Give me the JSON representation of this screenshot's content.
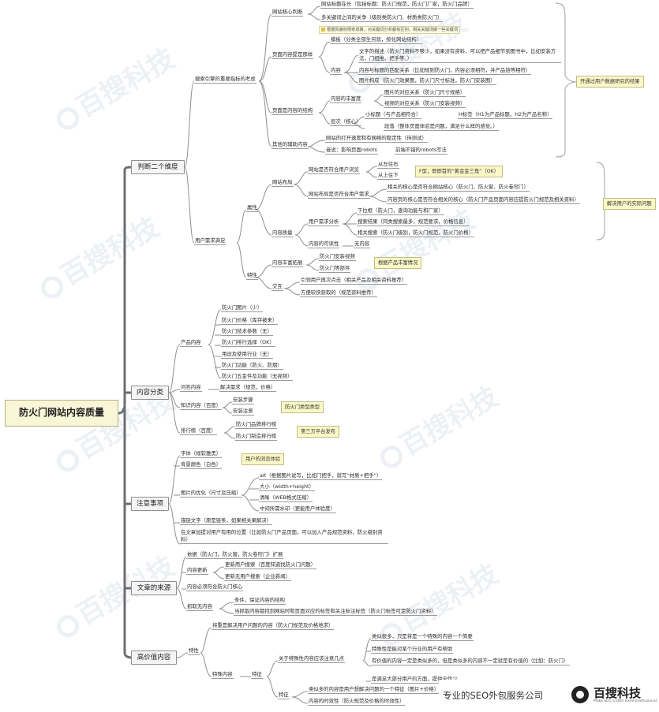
{
  "root": "防火门网站内容质量",
  "branches": {
    "judge": "判断二个维度",
    "category": "内容分类",
    "attention": "注意事项",
    "source": "文章的来源",
    "high_value": "高价值内容"
  },
  "judge": {
    "search_engine": "搜索引擎的重要指标的考虑",
    "core": "网站核心判断",
    "core_1": "网站标题在长（包括标题：防火门规范，防火门厂家，防火门品牌）",
    "core_2": "多关键词之间的关争（级别类防火门、材质类防火门）",
    "core_hint": "根据百度权限考虑算，对关键词分析都有区别，相关关键词做一些关键词",
    "page_type": "页面内容提是那样",
    "page_template": "模板（分类全部生另就，按化网站结构）",
    "page_content": "内容",
    "content_1": "文字的描述（防火门资料不够少，如果没有资料，可以把产品细节到图书中，比如安装方法，门扭推、把手等。）",
    "content_2": "内容与标题的匹配关系（比如规则防火门，内容必须相符，并产品链等相符）",
    "content_3": "图片构成（防火门效果图，防火门尺寸标准，防火门安装图）",
    "structure": "页面是内容的结构",
    "struct_main": "内容的丰富度",
    "struct_main_1": "图片的对应关系（防火门尺寸规格）",
    "struct_main_2": "视频的对应关系（防火门安装视频）",
    "struct_level": "层次（核心）",
    "struct_level_1": "小标题（与产品相符合）",
    "struct_level_2": "H标签（H1为产品标题，H2为产品名称）",
    "struct_level_3": "段落（整体页面体验是问题，满足什么样的感觉。）",
    "other": "其他的辅助内容",
    "other_1": "网站的打开速度和有网络的稳定性（待测试）",
    "other_2": "者说：影响页面robots",
    "other_3": "前端不错的robots写法",
    "judge_note": "开通过用户数据研究的结果",
    "user_demand": "用户需求满足",
    "attr": "属性",
    "site_layout": "网站布局",
    "layout_1": "网站是否符合用户浏览",
    "layout_1a": "从左往右",
    "layout_1b": "从上往下",
    "layout_note": "F型，即即首的“黄金金三角”（OK）",
    "layout_2": "网站布局是否符合用户需求",
    "layout_2a": "相关的核心是否符合网站核心（防火门、防火窗、防火卷帘门）",
    "layout_2b": "内容页的核心是否符合相关的核心（防火门产品页面内容应提防火门规范及相关资料）",
    "user_note": "解决用户的实际问题",
    "content_q": "内容质量",
    "demand_analysis": "用户需求分析",
    "demand_1": "下拉框（防火门，查询功能与和厂家）",
    "demand_2": "搜索结果（同类搜索最多，规范要求，价格信息）",
    "demand_3": "相关搜索（防火门级别，防火门规范，防火门价格）",
    "readability": "内容的可读性",
    "readability_1": "无内容",
    "feature": "特性",
    "rich_display": "内容丰富拓展",
    "rich_1": "防火门安装视频",
    "rich_2": "防火门等部件",
    "rich_note": "根据产品丰富情况",
    "interaction": "交互",
    "interaction_1": "引领用户再次点击（相关产品及相关资料推荐）",
    "interaction_2": "方便较快获取的（规范资料推荐）"
  },
  "category": {
    "product": "产品内容",
    "product_items": [
      "防火门图片（少）",
      "防火门价格（库存被来）",
      "防火门技术参数（无）",
      "防火门排行选择（OK）",
      "用途及使用行业（无）",
      "防火门功能（防火、防烟）",
      "防火门五金件及功能（无视频）"
    ],
    "qa": "问答内容",
    "qa_1": "解决需求（规范，价格）",
    "knowledge": "知识内容（百度）",
    "know_1": "安装步骤",
    "know_2": "安装注意",
    "know_note": "防火门类型类型",
    "ranking": "排行榜（百度）",
    "rank_1": "防火门品牌排行榜",
    "rank_2": "防火门制造排行榜",
    "rank_note": "第三方平台发布"
  },
  "attention": {
    "font": "字体（规软雅黑）",
    "bg": "背景颜色（白色）",
    "ux_note": "用户的浏览体验",
    "image_opt": "图片的优化（尺寸及压缩）",
    "img_1": "alt（根据图片说写，比如门把手，就写“材质+把手”）",
    "img_2": "大小（width+height）",
    "img_3": "清晰（WEB格式压缩）",
    "img_4": "中间所需水印（更能用户体验度）",
    "anchor": "锚链文字（原是链条，如果相关果解决）",
    "position": "在文章加提对用户有用的位置（比如防火门产品页面，可以加入产品规范资料，防火级别资料）"
  },
  "source": {
    "basis": "依据（防火门，防火窗，防火卷帘门）扩展",
    "update": "内容更新",
    "update_1": "更新用户搜索（百度知道找防火门问题）",
    "update_2": "更新无用户搜索（企业新闻）",
    "core": "内容必须符合防火门核心",
    "scrape": "抓取无内容",
    "scrape_1": "条件，保证内容的结构",
    "scrape_2": "当抓取内容都找到网站时和页面对应的标签和关注标注标签（防火门标签可定防火门资料）"
  },
  "high_value": {
    "features": "特性",
    "top": "将重是解决用户问题的内容（防火门规范及价格地求）",
    "feature_content": "特殊内容",
    "rating": "特征",
    "rel_features": "关于特殊性内容应该注意几点",
    "rf_1": "类似很多，只是将是一个特殊的内容一个简要",
    "rf_2": "特殊性是能对某个行业的用户有帮助",
    "rf_3": "有价值的内容一定是类似多的，但是类似多的内容不一定就是有价值的（比如：防火门）",
    "rf_4": "是满足大部分用户的方面，提供全优少",
    "criteria": "特征",
    "crit_1": "类似多的内容是用户想解决问题的一个特征（图片+价格）",
    "crit_2": "内容的时效性（防火规范及价格的时效性）"
  },
  "watermark": "百搜科技",
  "brand": {
    "slogan": "专业的SEO外包服务公司",
    "name": "百搜科技",
    "tagline": "Make SEO a little more professional"
  }
}
